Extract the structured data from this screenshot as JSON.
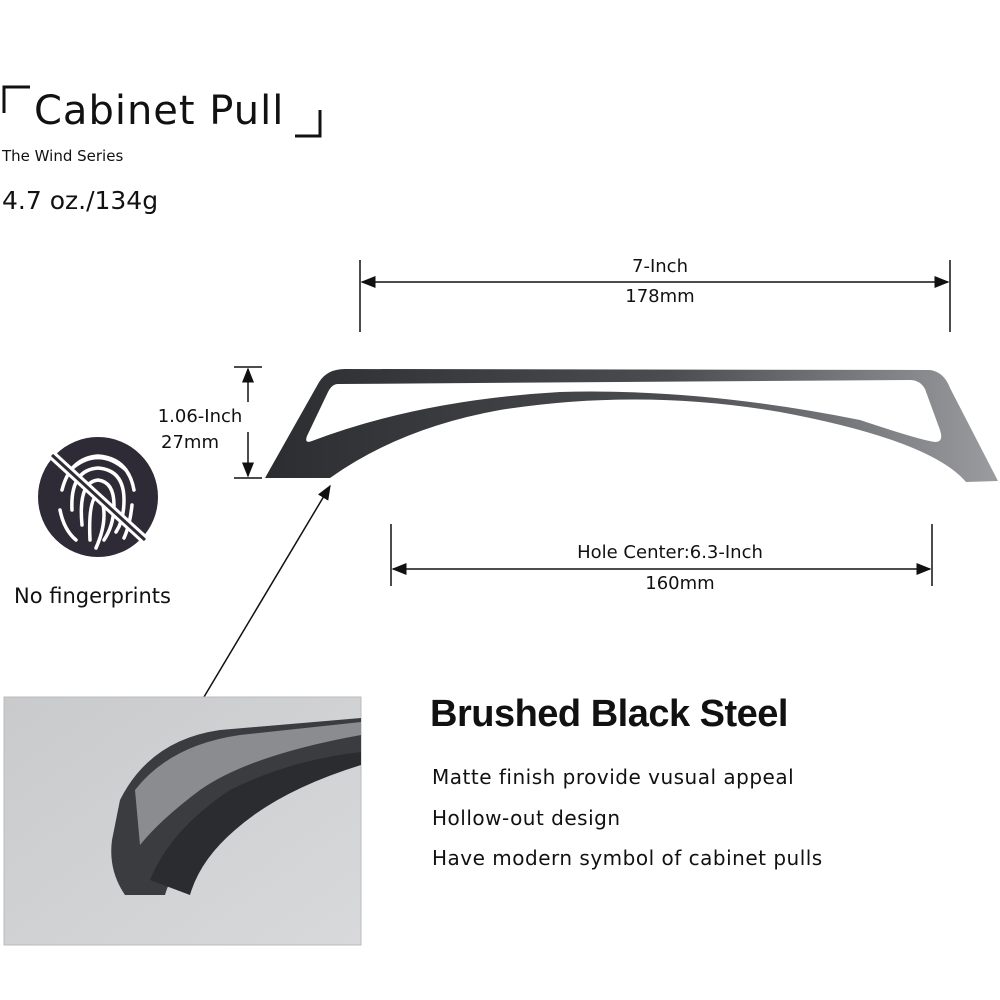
{
  "header": {
    "title": "Cabinet Pull",
    "subtitle": "The Wind Series",
    "weight": "4.7 oz./134g"
  },
  "dimensions": {
    "length_inch": "7-Inch",
    "length_mm": "178mm",
    "height_inch": "1.06-Inch",
    "height_mm": "27mm",
    "hole_center_inch": "Hole Center:6.3-Inch",
    "hole_center_mm": "160mm"
  },
  "badge": {
    "icon": "no-fingerprint-icon",
    "label": "No fingerprints"
  },
  "material": {
    "title": "Brushed Black Steel",
    "features": [
      "Matte finish provide vusual appeal",
      "Hollow-out design",
      "Have modern symbol of cabinet pulls"
    ]
  },
  "colors": {
    "handle_dark": "#2b2d31",
    "handle_light": "#8e9094",
    "icon": "#2e2b36"
  }
}
